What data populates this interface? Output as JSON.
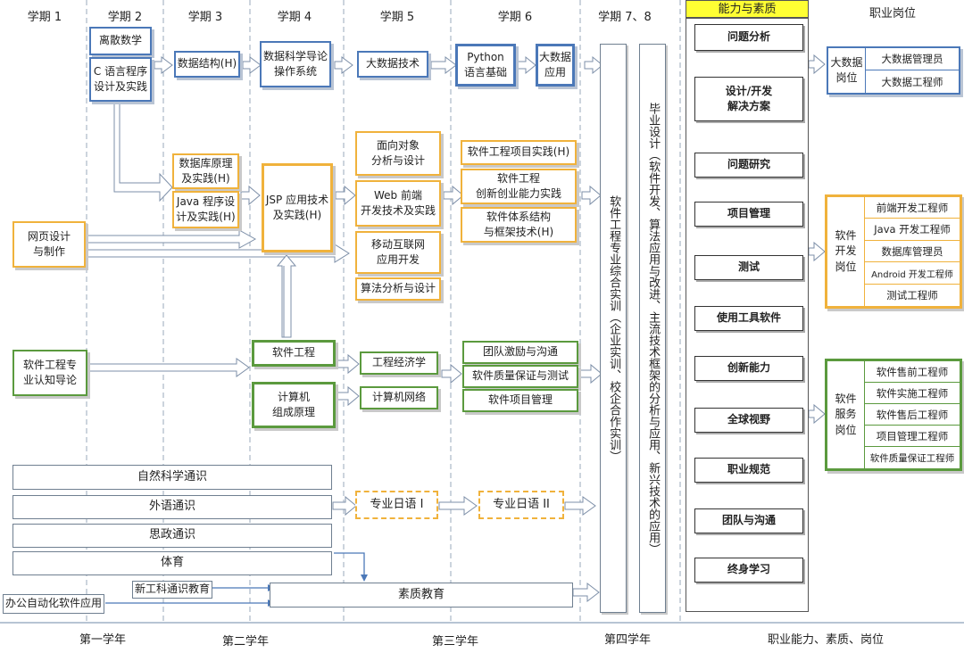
{
  "semesters": [
    "学期 1",
    "学期 2",
    "学期 3",
    "学期 4",
    "学期 5",
    "学期 6",
    "学期 7、8"
  ],
  "ability_header": "能力与素质",
  "career_header": "职业岗位",
  "years": [
    "第一学年",
    "第二学年",
    "第三学年",
    "第四学年",
    "职业能力、素质、岗位"
  ],
  "courses": {
    "discrete_math": "离散数学",
    "c_programming": "C 语言程序\n设计及实践",
    "data_structure": "数据结构(H)",
    "ds_intro_os": "数据科学导论\n操作系统",
    "big_data_tech": "大数据技术",
    "python_basic": "Python\n语言基础",
    "big_data_app": "大数据\n应用",
    "database": "数据库原理\n及实践(H)",
    "java_design": "Java 程序设\n计及实践(H)",
    "jsp": "JSP 应用技术\n及实践(H)",
    "oo_analysis": "面向对象\n分析与设计",
    "web_frontend": "Web 前端\n开发技术及实践",
    "mobile_dev": "移动互联网\n应用开发",
    "algorithm": "算法分析与设计",
    "se_project": "软件工程项目实践(H)",
    "se_innovation": "软件工程\n创新创业能力实践",
    "sw_architecture": "软件体系结构\n与框架技术(H)",
    "web_design": "网页设计\n与制作",
    "se_intro": "软件工程专\n业认知导论",
    "software_eng": "软件工程",
    "computer_org": "计算机\n组成原理",
    "eng_economics": "工程经济学",
    "computer_network": "计算机网络",
    "team_comm": "团队激励与沟通",
    "quality": "软件质量保证与测试",
    "project_mgmt": "软件项目管理",
    "natural_science": "自然科学通识",
    "foreign_lang": "外语通识",
    "political": "思政通识",
    "pe": "体育",
    "japanese_1": "专业日语 I",
    "japanese_2": "专业日语 II",
    "new_engineering": "新工科通识教育",
    "office_auto": "办公自动化软件应用",
    "quality_edu": "素质教育"
  },
  "vertical": {
    "comprehensive": "软件工程专业综合实训（企业实训、校企合作实训）",
    "graduation": "毕业设计（软件开发、算法应用与改进、主流技术框架的分析与应用、新兴技术的应用）"
  },
  "abilities": [
    "问题分析",
    "设计/开发\n解决方案",
    "问题研究",
    "项目管理",
    "测试",
    "使用工具软件",
    "创新能力",
    "全球视野",
    "职业规范",
    "团队与沟通",
    "终身学习"
  ],
  "careers": {
    "bigdata": {
      "label": "大数据\n岗位",
      "jobs": [
        "大数据管理员",
        "大数据工程师"
      ]
    },
    "dev": {
      "label": "软件\n开发\n岗位",
      "jobs": [
        "前端开发工程师",
        "Java 开发工程师",
        "数据库管理员",
        "Android 开发工程师",
        "测试工程师"
      ]
    },
    "service": {
      "label": "软件\n服务\n岗位",
      "jobs": [
        "软件售前工程师",
        "软件实施工程师",
        "软件售后工程师",
        "项目管理工程师",
        "软件质量保证工程师"
      ]
    }
  }
}
